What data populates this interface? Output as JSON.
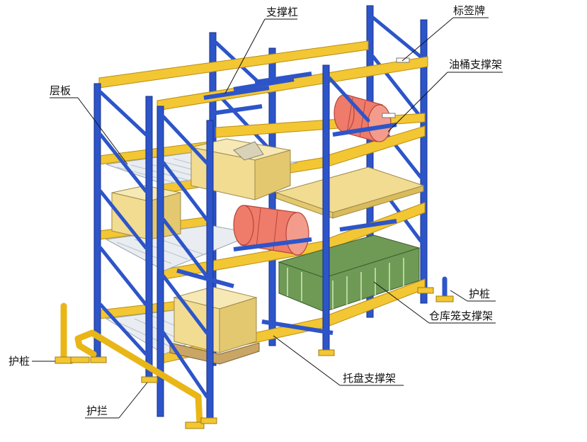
{
  "labels": {
    "brace_bar": "支撑杠",
    "label_sign": "标签牌",
    "shelf_deck": "层板",
    "drum_support": "油桶支撑架",
    "protect_post_right": "护桩",
    "cage_support": "仓库笼支撑架",
    "protect_post_left": "护桩",
    "pallet_support": "托盘支撑架",
    "guard_rail": "护拦"
  },
  "colors": {
    "upright_blue": "#2d55c9",
    "beam_yellow": "#f3c633",
    "box_tan": "#f1dc92",
    "drum_red": "#ef7b6a",
    "cage_green": "#6e9a55"
  }
}
